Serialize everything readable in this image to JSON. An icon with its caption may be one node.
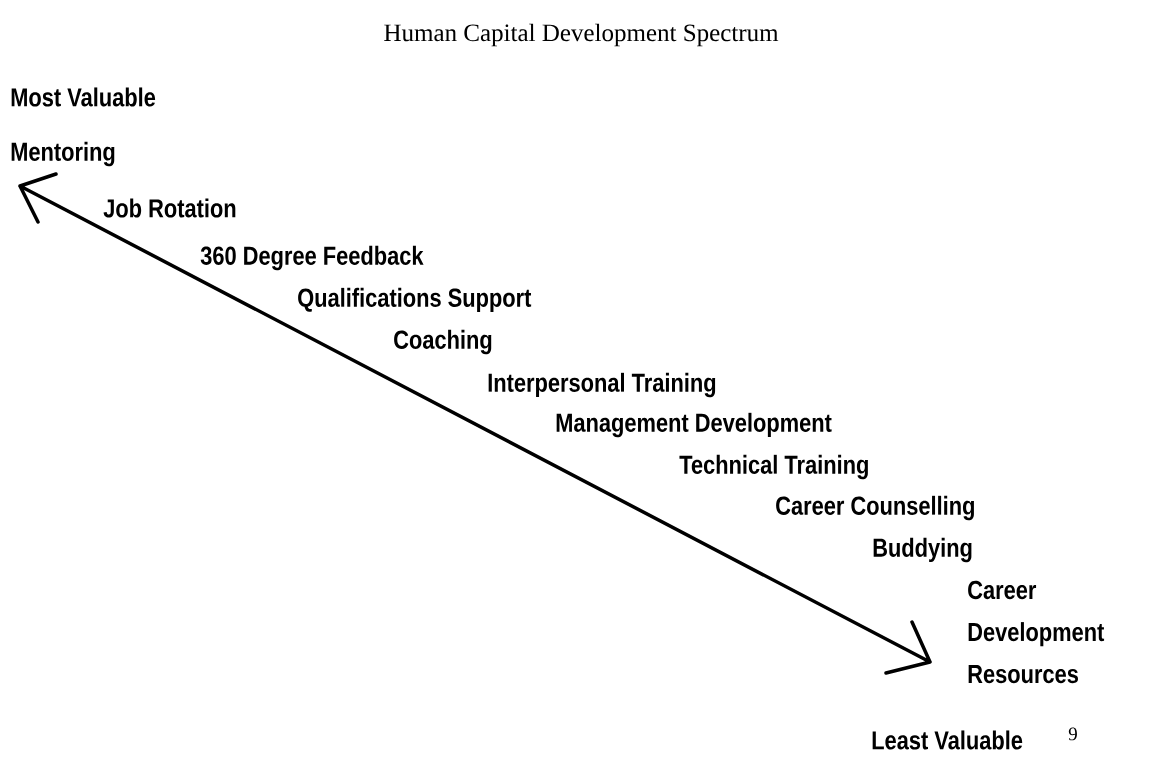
{
  "diagram": {
    "title": "Human Capital Development Spectrum",
    "labels": [
      "Most Valuable",
      "Mentoring",
      "Job Rotation",
      "360 Degree Feedback",
      "Qualifications Support",
      "Coaching",
      "Interpersonal Training",
      "Management Development",
      "Technical Training",
      "Career Counselling",
      "Buddying",
      "Career Development Resources",
      "Least Valuable",
      "9"
    ]
  }
}
